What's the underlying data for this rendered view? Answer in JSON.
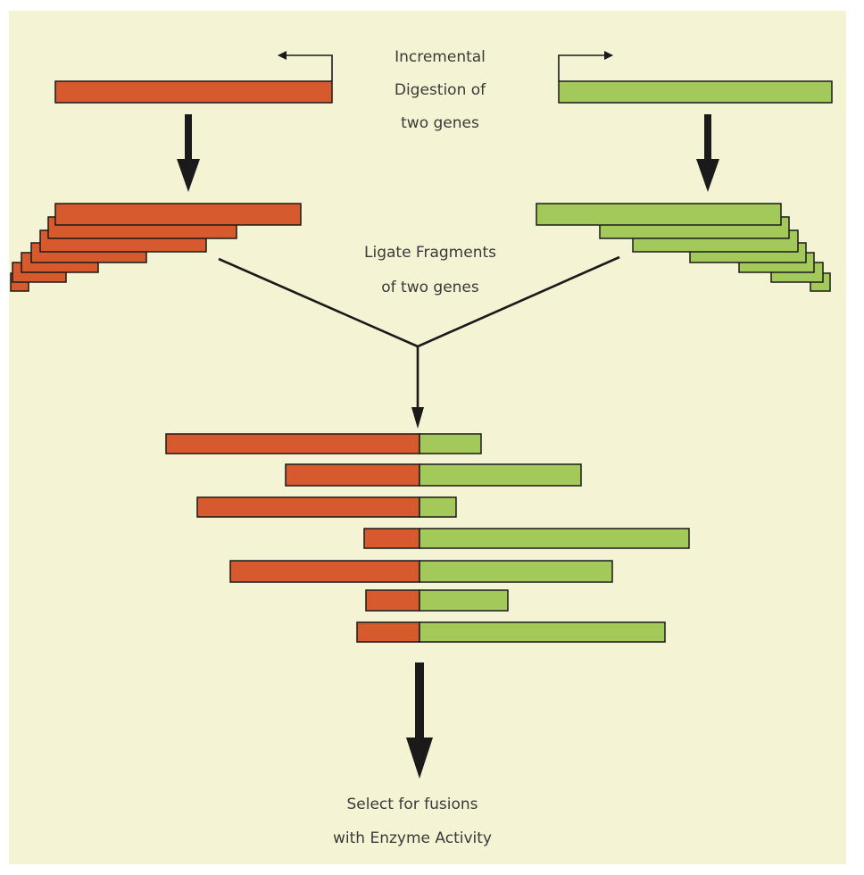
{
  "colors": {
    "gene_a": "#d65a2e",
    "gene_b": "#a3c95b",
    "background": "#f4f3d4",
    "outline": "#1a1a1a"
  },
  "labels": {
    "digestion_line1": "Incremental",
    "digestion_line2": "Digestion of",
    "digestion_line3": "two genes",
    "ligate_line1": "Ligate Fragments",
    "ligate_line2": "of two genes",
    "select_line1": "Select for fusions",
    "select_line2": "with Enzyme Activity"
  }
}
